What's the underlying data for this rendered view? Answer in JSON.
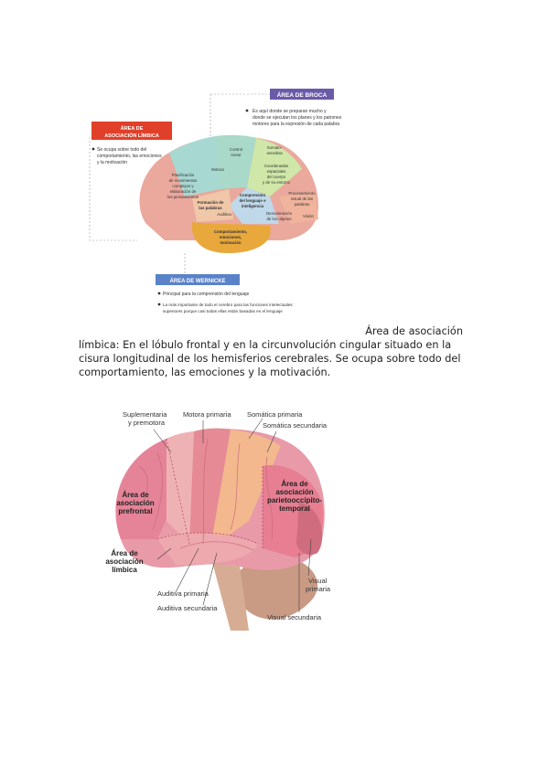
{
  "figure1": {
    "broca_title": "ÁREA DE BROCA",
    "broca_bullet_1": "Es aquí donde se preparan mucho y",
    "broca_bullet_2": "donde se ejecutan los planes y los patrones",
    "broca_bullet_3": "motores para la expresión de cada palabra",
    "limbic_title_1": "ÁREA DE",
    "limbic_title_2": "ASOCIACIÓN LÍMBICA",
    "limbic_bullet_1": "Se ocupa sobre todo del",
    "limbic_bullet_2": "comportamiento, las emociones",
    "limbic_bullet_3": "y la motivación",
    "wernicke_title": "ÁREA DE WERNICKE",
    "wernicke_bullet_1": "Principal para la comprensión del lenguaje",
    "wernicke_bullet_2a": "La más importante de todo el cerebro para las funciones intelectuales",
    "wernicke_bullet_2b": "superiores porque casi todas ellas están basadas en el lenguaje",
    "region_1": "Control",
    "region_2": "motor",
    "region_3": "Motora",
    "region_4": "Somato-",
    "region_5": "sensitiva",
    "region_6": "Planificación",
    "region_7": "de movimientos",
    "region_8": "complejos y",
    "region_9": "elaboración de",
    "region_10": "los pensamientos",
    "region_11": "Coordenadas",
    "region_12": "espaciales",
    "region_13": "del cuerpo",
    "region_14": "y de su entorno",
    "region_15": "Formación de",
    "region_16": "las palabras",
    "region_17": "Comprensión",
    "region_18": "del lenguaje e",
    "region_19": "inteligencia",
    "region_20": "Procesamiento",
    "region_21": "visual de las",
    "region_22": "palabras",
    "region_23": "Auditiva",
    "region_24": "Denominación",
    "region_25": "de los objetos",
    "region_26": "Visión",
    "region_27": "Comportamiento,",
    "region_28": "emociones,",
    "region_29": "motivación"
  },
  "paragraph": {
    "line1": "Área de asociación",
    "rest": "límbica: En el lóbulo frontal y en la circunvolución cingular situado en la cisura longitudinal de los hemisferios cerebrales. Se ocupa sobre todo del comportamiento, las emociones y la motivación."
  },
  "figure2": {
    "suplementaria_1": "Suplementaria",
    "suplementaria_2": "y premotora",
    "motora": "Motora primaria",
    "somatica_primaria": "Somática primaria",
    "somatica_secundaria": "Somática secundaria",
    "parieto_1": "Área de",
    "parieto_2": "asociación",
    "parieto_3": "parietooccipito-",
    "parieto_4": "temporal",
    "prefrontal_1": "Área de",
    "prefrontal_2": "asociación",
    "prefrontal_3": "prefrontal",
    "limbica_1": "Área de",
    "limbica_2": "asociación",
    "limbica_3": "límbica",
    "auditiva_primaria": "Auditiva primaria",
    "auditiva_secundaria": "Auditiva secundaria",
    "visual_primaria_1": "Visual",
    "visual_primaria_2": "primaria",
    "visual_secundaria": "Visual secundaria"
  },
  "colors": {
    "broca_box": "#6b5aa8",
    "limbic_box": "#e0402a",
    "wernicke_box": "#5a82c8",
    "brain_pink": "#eba89c",
    "brain_deep": "#d98a88",
    "cerebellum": "#c99a84"
  }
}
